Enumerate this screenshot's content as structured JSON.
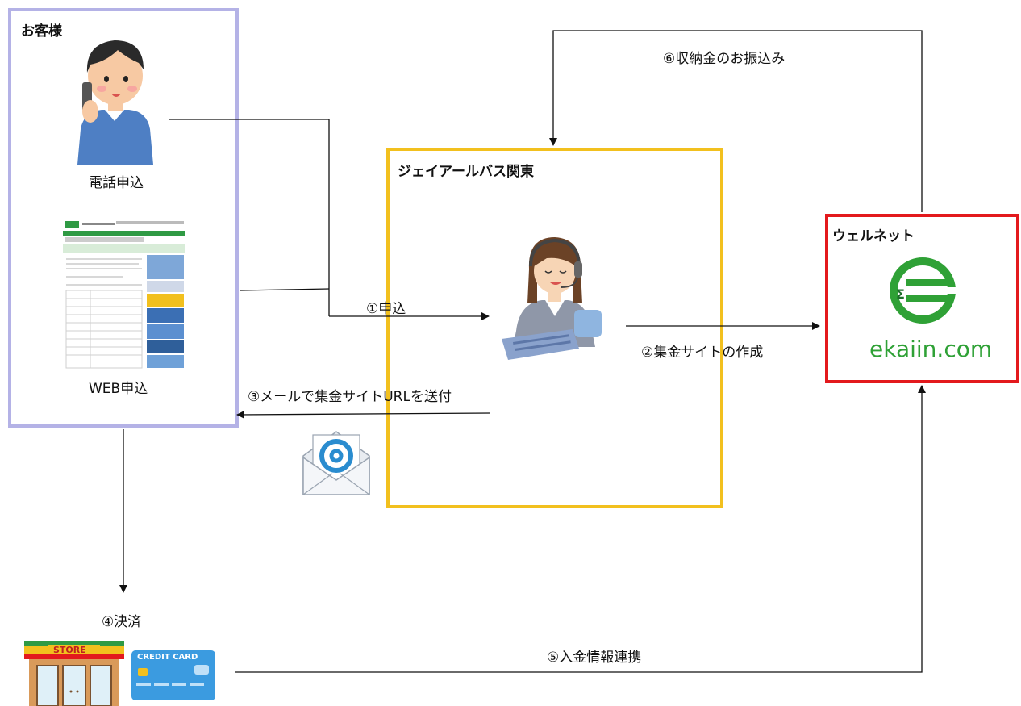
{
  "boxes": {
    "customer": "お客様",
    "jr": "ジェイアールバス関東",
    "wellnet": "ウェルネット"
  },
  "labels": {
    "phone": "電話申込",
    "web": "WEB申込",
    "step1": "①申込",
    "step2": "②集金サイトの作成",
    "step3": "③メールで集金サイトURLを送付",
    "step4": "④決済",
    "step5": "⑤入金情報連携",
    "step6": "⑥収納金のお振込み"
  },
  "logo": {
    "text": "ekaiin.com",
    "color": "#2fa136"
  },
  "store_sign": "STORE",
  "card_label": "CREDIT CARD",
  "colors": {
    "customer_border": "#b4b2e6",
    "jr_border": "#f2c01e",
    "wellnet_border": "#e3191d"
  }
}
